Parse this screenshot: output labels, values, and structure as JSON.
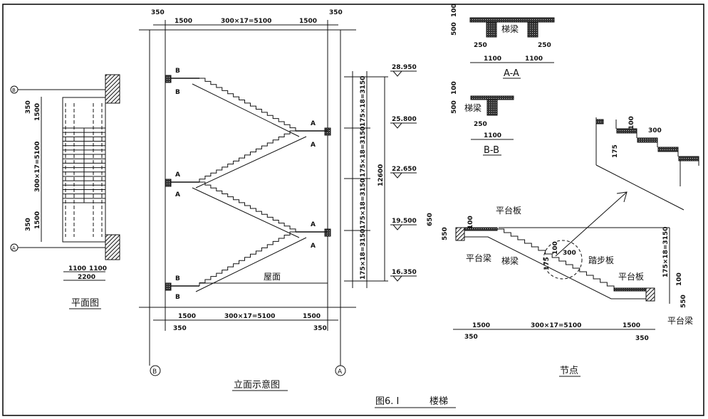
{
  "caption": {
    "figure_no": "图6. I",
    "title": "楼梯"
  },
  "plan": {
    "title": "平面图",
    "axis_top": "B",
    "axis_bottom": "A",
    "dims_vertical": [
      "350",
      "1500",
      "300×17=5100",
      "1500",
      "350"
    ],
    "dims_width": [
      "1100",
      "1100"
    ],
    "dim_total": "2200"
  },
  "elevation": {
    "title": "立面示意图",
    "roof_label": "屋面",
    "axis_left": "B",
    "axis_right": "A",
    "dims_top": [
      "350",
      "1500",
      "300×17=5100",
      "1500",
      "350"
    ],
    "dims_bottom": [
      "1500",
      "300×17=5100",
      "1500",
      "350",
      "350"
    ],
    "section_marks": [
      "B",
      "B",
      "A",
      "A",
      "A",
      "A",
      "A",
      "A",
      "B",
      "B"
    ],
    "flight_dims": [
      "175×18=3150",
      "175×18=3150",
      "175×18=3150",
      "175×18=3150"
    ],
    "total_height": "12600",
    "levels": [
      "28.950",
      "25.800",
      "22.650",
      "19.500",
      "16.350"
    ]
  },
  "section_aa": {
    "title": "A-A",
    "beam_label": "梯梁",
    "dims": [
      "100",
      "500",
      "250",
      "250",
      "1100",
      "1100"
    ]
  },
  "section_bb": {
    "title": "B-B",
    "beam_label": "梯梁",
    "dims": [
      "100",
      "500",
      "250",
      "1100"
    ]
  },
  "step_detail": {
    "dims": [
      "100",
      "300",
      "175"
    ]
  },
  "node": {
    "title": "节点",
    "labels": {
      "landing_slab_top": "平台板",
      "landing_beam_left": "平台梁",
      "stair_beam": "梯梁",
      "tread_slab": "踏步板",
      "landing_slab_bottom": "平台板",
      "landing_beam_right": "平台梁"
    },
    "dims_left": [
      "650",
      "550",
      "100"
    ],
    "dims_circle": [
      "100",
      "300",
      "175"
    ],
    "dims_right": [
      "175×18=3150",
      "100",
      "550"
    ],
    "dims_bottom": [
      "1500",
      "300×17=5100",
      "1500",
      "350",
      "350"
    ]
  }
}
